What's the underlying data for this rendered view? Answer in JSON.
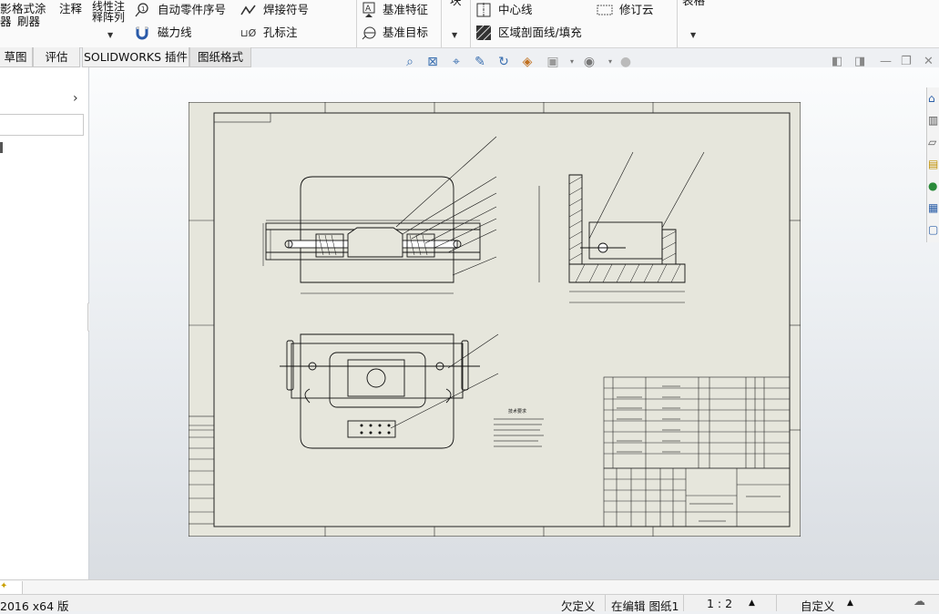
{
  "ribbon": {
    "format_painter_1": "格式涂",
    "format_painter_2": "刷器",
    "note": "注释",
    "linear_pattern_1": "线性注",
    "linear_pattern_2": "释阵列",
    "auto_balloon": "自动零件序号",
    "magnetic_line": "磁力线",
    "weld_symbol": "焊接符号",
    "hole_callout": "孔标注",
    "datum_feature": "基准特征",
    "datum_target": "基准目标",
    "block": "块",
    "centerline": "中心线",
    "revision_cloud": "修订云",
    "area_hatch": "区域剖面线/填充",
    "table": "表格"
  },
  "tabs": [
    "草图",
    "评估",
    "SOLIDWORKS 插件",
    "图纸格式"
  ],
  "status": {
    "version": "2016 x64 版",
    "underdefined": "欠定义",
    "editing": "在编辑 图纸1",
    "scale": "1 : 2",
    "custom": "自定义"
  },
  "drawing": {
    "notes_title": "技术要求"
  }
}
